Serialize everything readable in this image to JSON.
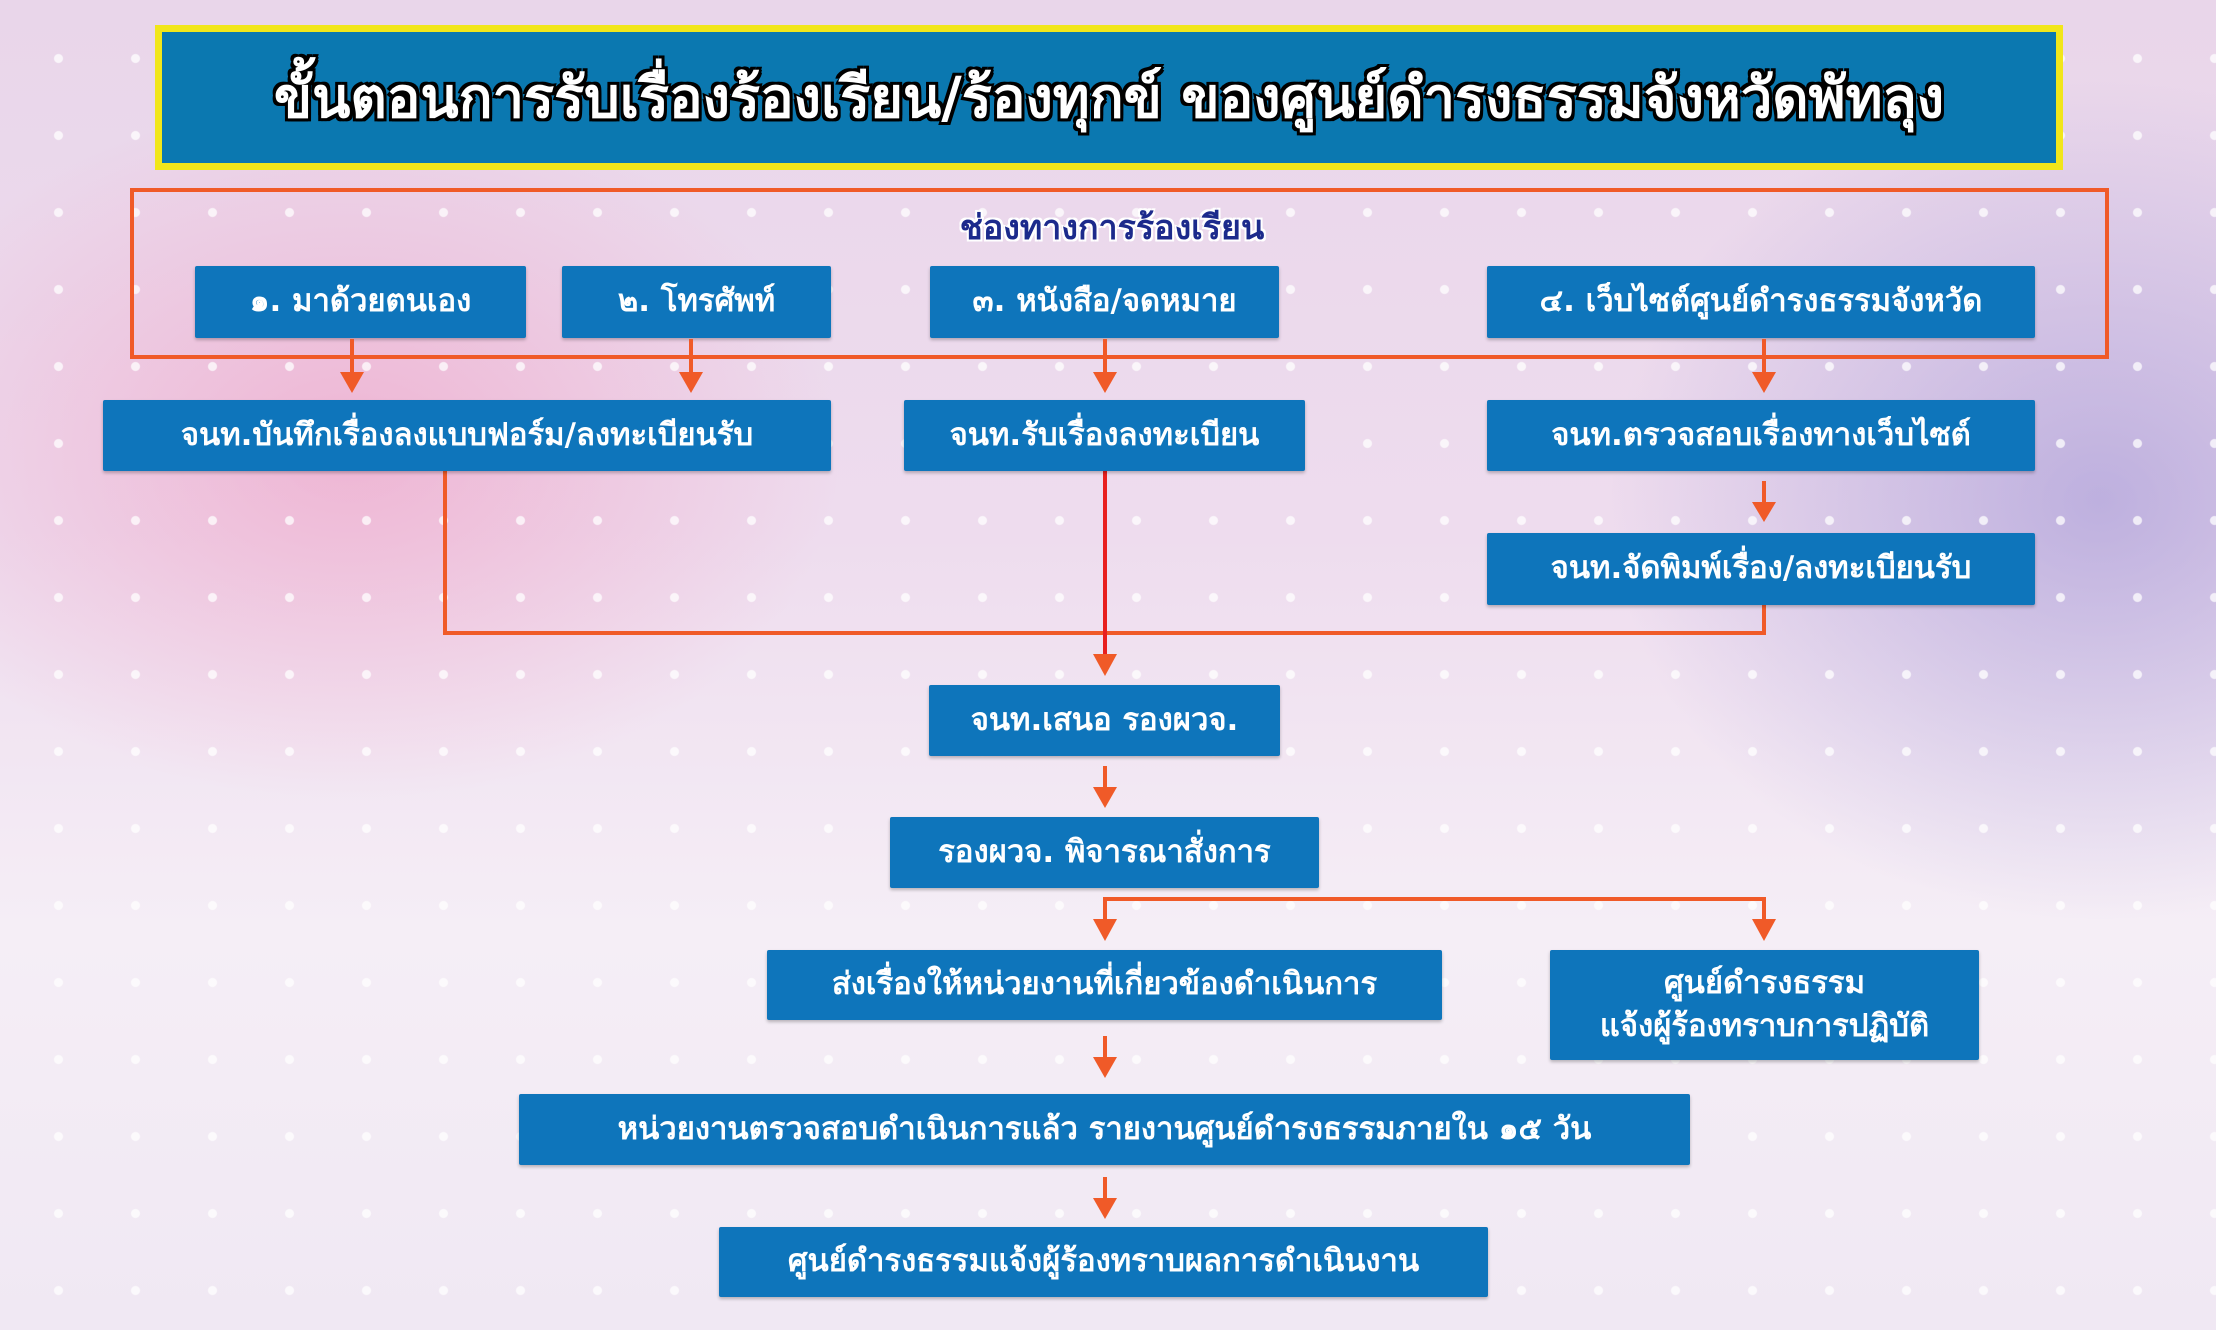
{
  "title": "ขั้นตอนการรับเรื่องร้องเรียน/ร้องทุกข์ ของศูนย์ดำรงธรรมจังหวัดพัทลุง",
  "channels": {
    "label": "ช่องทางการร้องเรียน",
    "items": [
      "๑. มาด้วยตนเอง",
      "๒.  โทรศัพท์",
      "๓. หนังสือ/จดหมาย",
      "๔. เว็บไซต์ศูนย์ดำรงธรรมจังหวัด"
    ]
  },
  "steps": {
    "record_form": "จนท.บันทึกเรื่องลงแบบฟอร์ม/ลงทะเบียนรับ",
    "receive_register": "จนท.รับเรื่องลงทะเบียน",
    "check_website": "จนท.ตรวจสอบเรื่องทางเว็บไซต์",
    "print_register": "จนท.จัดพิมพ์เรื่อง/ลงทะเบียนรับ",
    "propose": "จนท.เสนอ รองผวจ.",
    "consider": "รองผวจ. พิจารณาสั่งการ",
    "forward": "ส่งเรื่องให้หน่วยงานที่เกี่ยวข้องดำเนินการ",
    "notify_line1": "ศูนย์ดำรงธรรม",
    "notify_line2": "แจ้งผู้ร้องทราบการปฏิบัติ",
    "agency_report": "หน่วยงานตรวจสอบดำเนินการแล้ว รายงานศูนย์ดำรงธรรมภายใน ๑๕ วัน",
    "final_notify": "ศูนย์ดำรงธรรมแจ้งผู้ร้องทราบผลการดำเนินงาน"
  },
  "colors": {
    "box": "#0e75bb",
    "arrow": "#f05a28",
    "title_border": "#f1e61a"
  }
}
